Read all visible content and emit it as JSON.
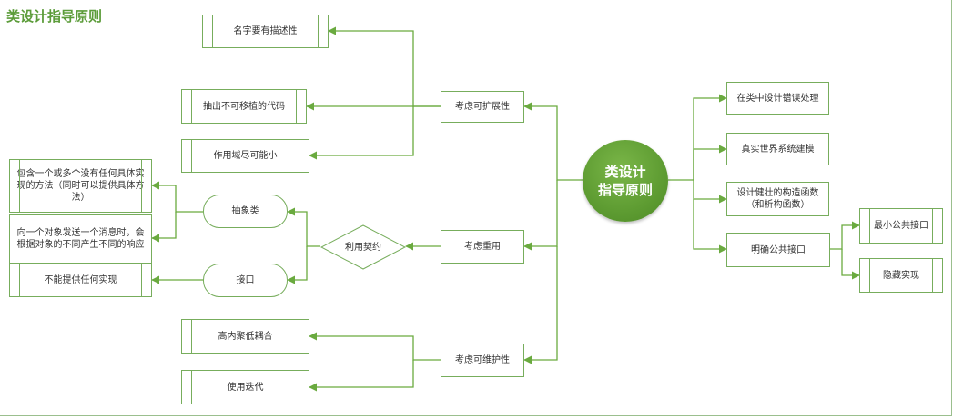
{
  "title": "类设计指导原则",
  "center": {
    "label": "类设计\n指导原则"
  },
  "left": {
    "extensible": {
      "label": "考虑可扩展性",
      "children": [
        "名字要有描述性",
        "抽出不可移植的代码",
        "作用域尽可能小"
      ]
    },
    "reuse": {
      "label": "考虑重用",
      "contract": "利用契约",
      "abstract_class": {
        "label": "抽象类",
        "children": [
          "包含一个或多个没有任何具体实现的方法（同时可以提供具体方法）",
          "向一个对象发送一个消息时，会根据对象的不同产生不同的响应"
        ]
      },
      "interface": {
        "label": "接口",
        "children": [
          "不能提供任何实现"
        ]
      }
    },
    "maintainable": {
      "label": "考虑可维护性",
      "children": [
        "高内聚低耦合",
        "使用迭代"
      ]
    }
  },
  "right": {
    "items": [
      "在类中设计错误处理",
      "真实世界系统建模",
      "设计健壮的构造函数（和析构函数）",
      "明确公共接口"
    ],
    "public_interface_children": [
      "最小公共接口",
      "隐藏实现"
    ]
  },
  "colors": {
    "line": "#6aaa3f",
    "border": "#77ad5c",
    "title": "#5c9c3a",
    "center": "#5e9c32"
  }
}
